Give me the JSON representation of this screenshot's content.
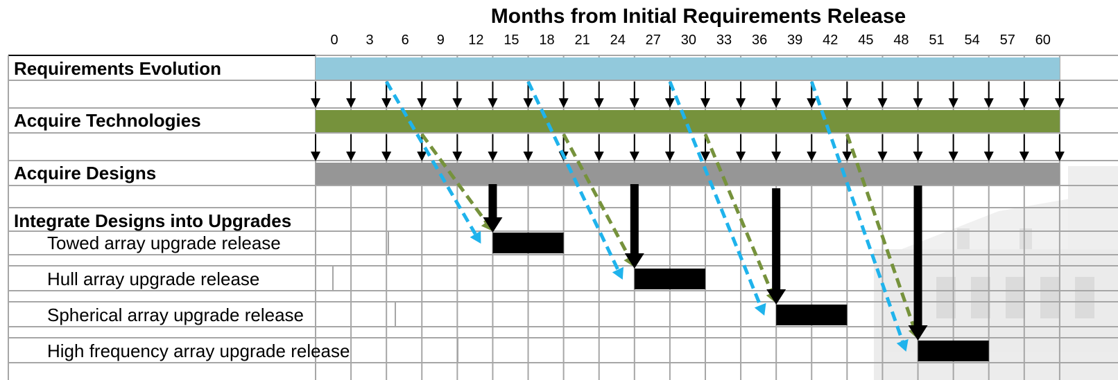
{
  "chart_data": {
    "type": "gantt",
    "title": "Months from Initial Requirements Release",
    "x_ticks": [
      "0",
      "3",
      "6",
      "9",
      "12",
      "15",
      "18",
      "21",
      "24",
      "27",
      "30",
      "33",
      "36",
      "39",
      "42",
      "45",
      "48",
      "51",
      "54",
      "57",
      "60"
    ],
    "xlim": [
      0,
      63
    ],
    "phases": [
      {
        "label": "Requirements Evolution",
        "start": 0,
        "end": 63,
        "color": "#92c9dc"
      },
      {
        "label": "Acquire Technologies",
        "start": 0,
        "end": 63,
        "color": "#76923c"
      },
      {
        "label": "Acquire Designs",
        "start": 0,
        "end": 63,
        "color": "#969696"
      }
    ],
    "section_label": "Integrate Designs into Upgrades",
    "releases": [
      {
        "label": "Towed array upgrade release",
        "start": 15,
        "end": 21
      },
      {
        "label": "Hull array upgrade release",
        "start": 27,
        "end": 33
      },
      {
        "label": "Spherical array upgrade release",
        "start": 39,
        "end": 45
      },
      {
        "label": "High frequency array upgrade release",
        "start": 51,
        "end": 57
      }
    ],
    "flow_arrow_months": [
      0,
      3,
      6,
      9,
      12,
      15,
      18,
      21,
      24,
      27,
      30,
      33,
      36,
      39,
      42,
      45,
      48,
      51,
      54,
      57,
      60,
      63
    ],
    "colors": {
      "requirements_dashed": "#1fb3ec",
      "technology_dashed": "#76923c",
      "design_arrow": "#000000",
      "release_bar": "#000000",
      "grid": "#a6a6a6"
    }
  }
}
